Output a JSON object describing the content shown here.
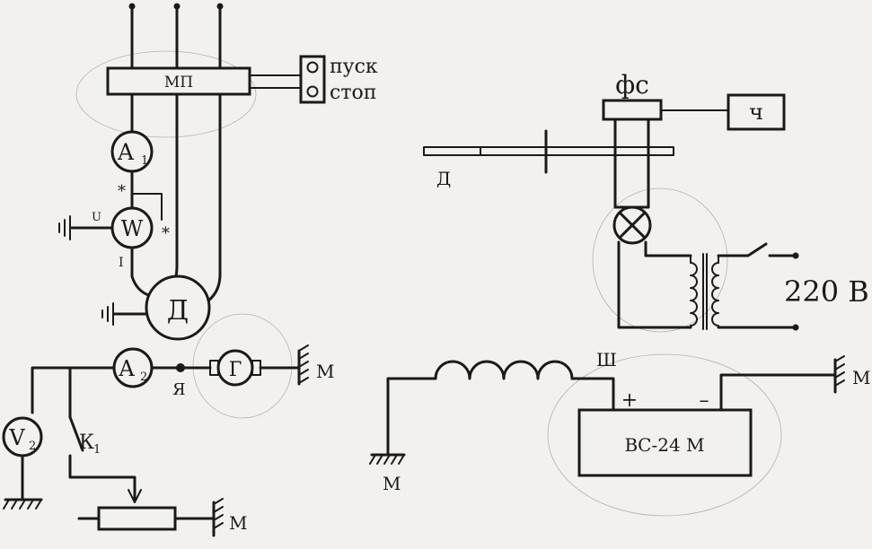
{
  "left_circuit": {
    "starter_label": "МП",
    "start_label": "пуск",
    "stop_label": "стоп",
    "ammeter1_letter": "A",
    "ammeter1_sub": "1",
    "wattmeter_letter": "W",
    "wattmeter_u": "U",
    "wattmeter_i": "I",
    "star_mark": "*",
    "motor_label": "Д",
    "ammeter2_letter": "A",
    "ammeter2_sub": "2",
    "armature_label": "Я",
    "generator_label": "Г",
    "ground_label": "М",
    "voltmeter_letter": "V",
    "voltmeter_sub": "2",
    "switch_letter": "К",
    "switch_sub": "1",
    "rheostat_ground_label": "М"
  },
  "right_circuit": {
    "photosensor_label": "фс",
    "counter_label": "ч",
    "disk_label": "Д",
    "supply_label": "220 В",
    "field_winding_label": "Ш",
    "plus_label": "+",
    "minus_label": "–",
    "rectifier_label": "ВС-24 М",
    "ground_right_label": "М",
    "ground_left_label": "М"
  }
}
